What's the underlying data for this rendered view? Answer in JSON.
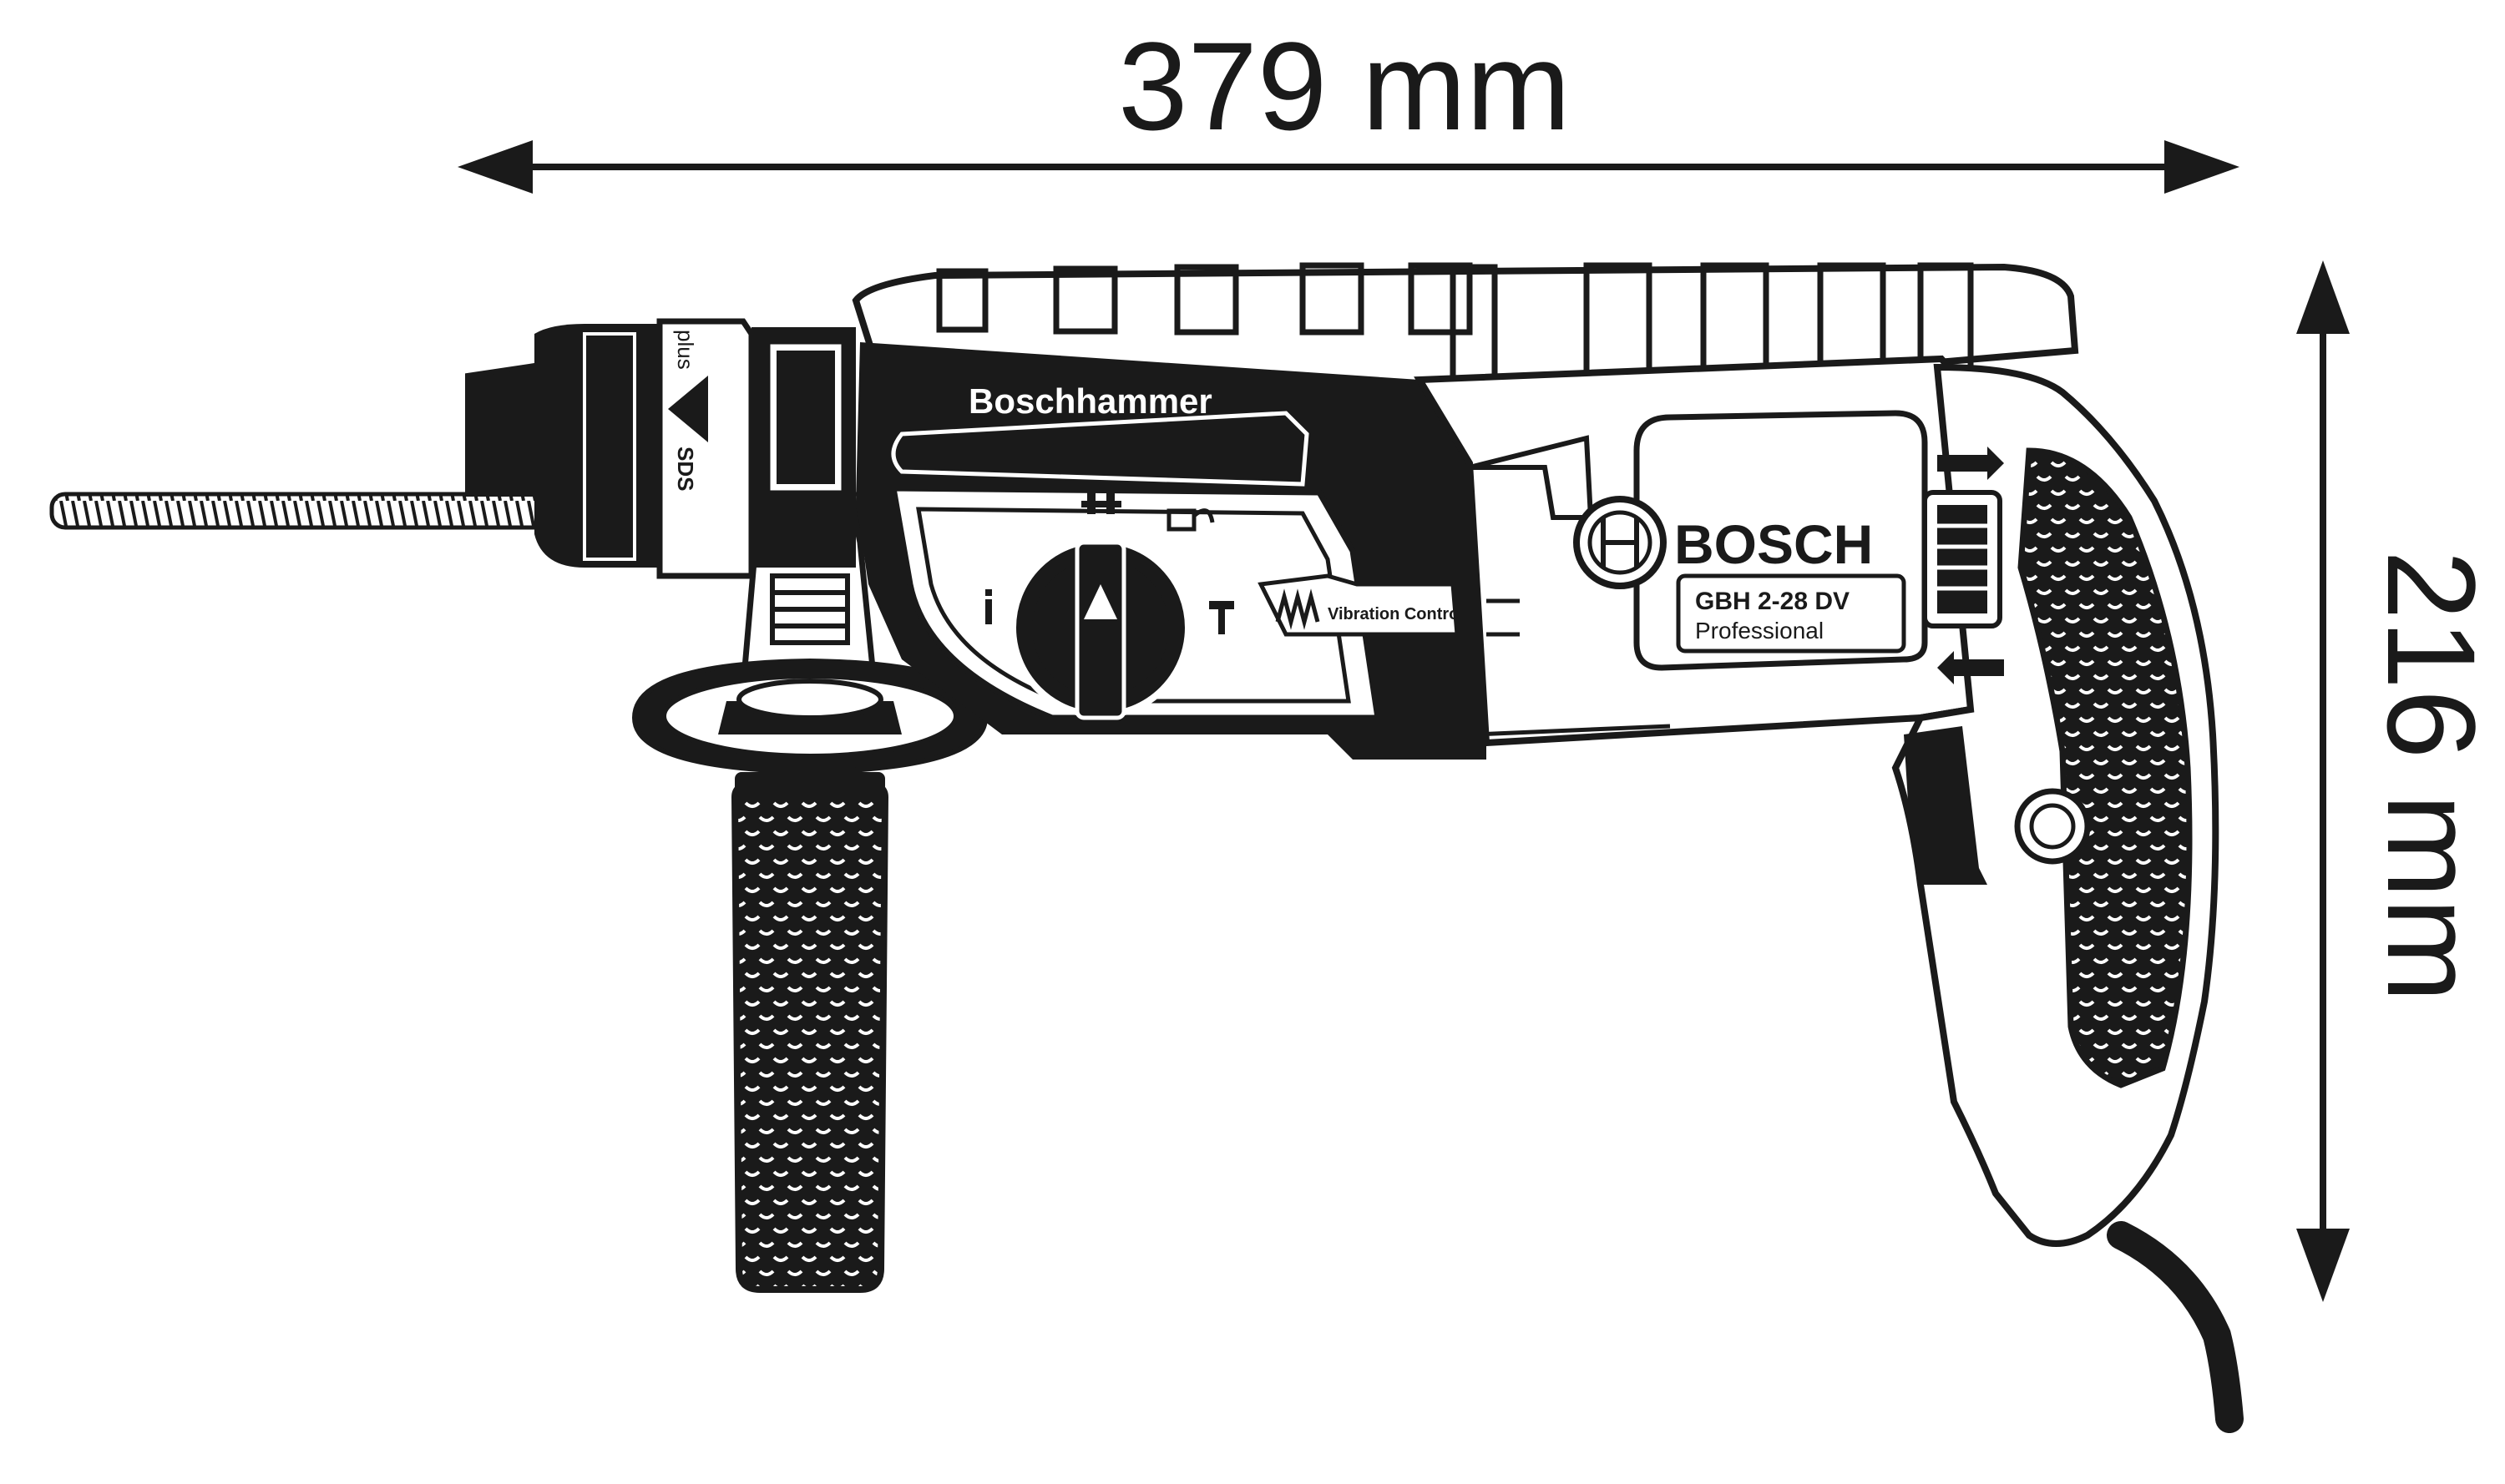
{
  "dimensions": {
    "width_label": "379 mm",
    "height_label": "216 mm"
  },
  "tool": {
    "chuck_sds_label": "SDS",
    "chuck_plus_label": "plus",
    "housing_label": "Boschhammer",
    "feature_label": "Vibration Control",
    "brand": "BOSCH",
    "model": "GBH 2-28 DV",
    "line": "Professional"
  },
  "colors": {
    "ink": "#1a1a1a",
    "paper": "#ffffff"
  }
}
